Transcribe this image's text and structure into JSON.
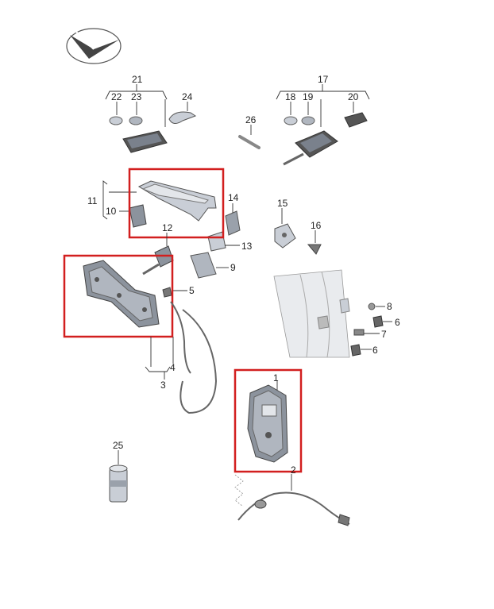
{
  "colors": {
    "highlight": "#d21f1f",
    "part_fill": "#c9ced6",
    "part_shadow": "#7a818c",
    "line": "#333333"
  },
  "logo": {
    "icon": "vw-audi-parts-logo-icon"
  },
  "labels": {
    "p1": "1",
    "p2": "2",
    "p3": "3",
    "p4": "4",
    "p5": "5",
    "p6a": "6",
    "p6b": "6",
    "p7": "7",
    "p8": "8",
    "p9": "9",
    "p10": "10",
    "p11": "11",
    "p12": "12",
    "p13": "13",
    "p14": "14",
    "p15": "15",
    "p16": "16",
    "p17": "17",
    "p18": "18",
    "p19": "19",
    "p20": "20",
    "p21": "21",
    "p22": "22",
    "p23": "23",
    "p24": "24",
    "p25": "25",
    "p26": "26"
  },
  "highlighted_parts": [
    "handle-11",
    "handle-carrier-3",
    "lock-1"
  ]
}
